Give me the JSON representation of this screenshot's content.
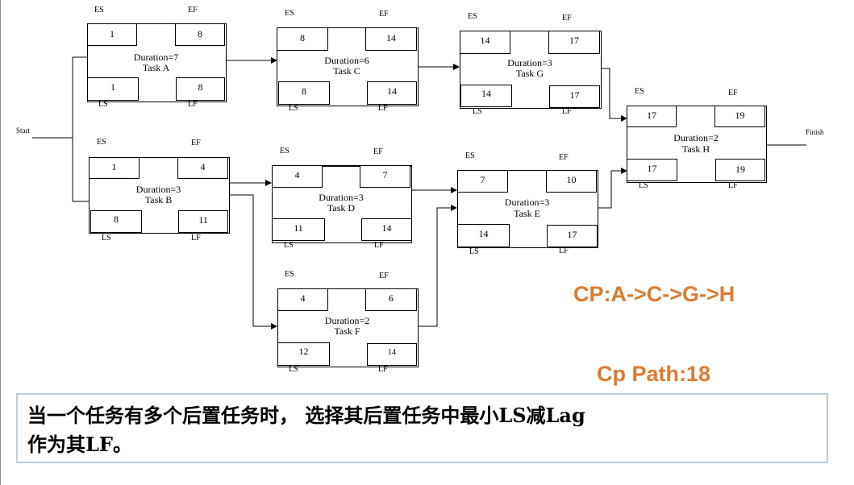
{
  "labels": {
    "es": "ES",
    "ef": "EF",
    "ls": "LS",
    "lf": "LF",
    "start": "Start",
    "finish": "Finish"
  },
  "tasks": {
    "A": {
      "es": "1",
      "ef": "8",
      "ls": "1",
      "lf": "8",
      "duration": "Duration=7",
      "name": "Task A"
    },
    "B": {
      "es": "1",
      "ef": "4",
      "ls": "8",
      "lf": "11",
      "duration": "Duration=3",
      "name": "Task B"
    },
    "C": {
      "es": "8",
      "ef": "14",
      "ls": "8",
      "lf": "14",
      "duration": "Duration=6",
      "name": "Task C"
    },
    "D": {
      "es": "4",
      "ef": "7",
      "ls": "11",
      "lf": "14",
      "duration": "Duration=3",
      "name": "Task D"
    },
    "F": {
      "es": "4",
      "ef": "6",
      "ls": "12",
      "lf": "14",
      "duration": "Duration=2",
      "name": "Task F"
    },
    "G": {
      "es": "14",
      "ef": "17",
      "ls": "14",
      "lf": "17",
      "duration": "Duration=3",
      "name": "Task G"
    },
    "E": {
      "es": "7",
      "ef": "10",
      "ls": "14",
      "lf": "17",
      "duration": "Duration=3",
      "name": "Task E"
    },
    "H": {
      "es": "17",
      "ef": "19",
      "ls": "17",
      "lf": "19",
      "duration": "Duration=2",
      "name": "Task H"
    }
  },
  "critical_path": "CP:A->C->G->H",
  "cp_length": "Cp Path:18",
  "note": {
    "line1": "当一个任务有多个后置任务时， 选择其后置任务中最小LS减Lag",
    "line2": "作为其LF。"
  },
  "colors": {
    "highlight": "#e07a2f",
    "note_border": "#b8cfe0"
  }
}
